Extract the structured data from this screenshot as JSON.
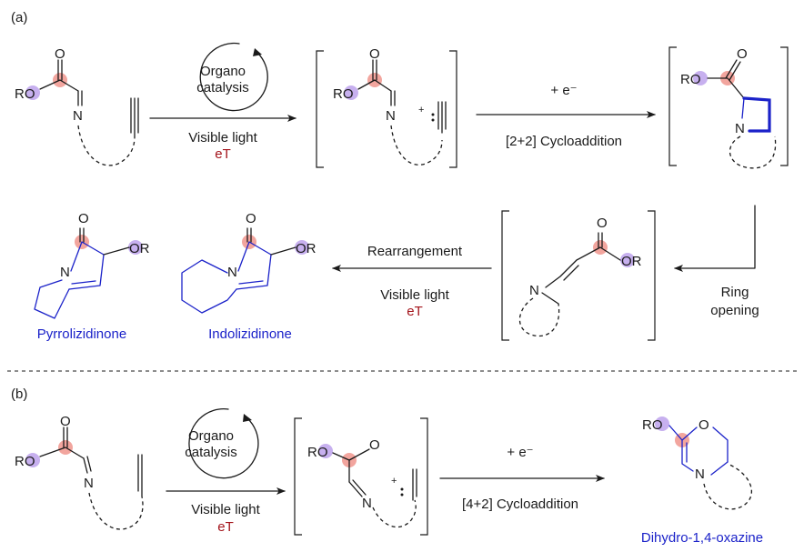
{
  "panel_a": {
    "label": "(a)",
    "step1": {
      "circle_line1": "Organo",
      "circle_line2": "catalysis",
      "below1": "Visible light",
      "below2": "eT"
    },
    "step2": {
      "above": "+ e⁻",
      "below": "[2+2] Cycloaddition"
    },
    "step3": {
      "label_line1": "Ring",
      "label_line2": "opening"
    },
    "step4": {
      "above": "Rearrangement",
      "below1": "Visible light",
      "below2": "eT"
    },
    "products": [
      "Pyrrolizidinone",
      "Indolizidinone"
    ]
  },
  "panel_b": {
    "label": "(b)",
    "step1": {
      "circle_line1": "Organo",
      "circle_line2": "catalysis",
      "below1": "Visible light",
      "below2": "eT"
    },
    "step2": {
      "above": "+ e⁻",
      "below": "[4+2] Cycloaddition"
    },
    "product": "Dihydro-1,4-oxazine"
  },
  "atoms": {
    "RO": "RO",
    "OR": "OR",
    "O": "O",
    "N": "N",
    "R": "R"
  },
  "colors": {
    "ester_carbon_highlight": "#f2a59e",
    "oxygen_highlight": "#c7b0ef",
    "product_name": "#1b22c9",
    "eT": "#a4151c"
  }
}
